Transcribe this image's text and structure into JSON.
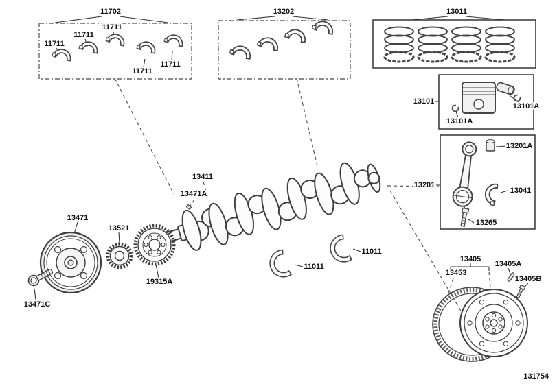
{
  "figure": {
    "code": "131754"
  },
  "callouts": {
    "bearing_set": "11702",
    "bearing": "11711",
    "rod_bearing_set": "13202",
    "ring_set": "13011",
    "piston": "13101",
    "piston_pin_ring": "13101A",
    "rod_bush": "13201A",
    "rod": "13201",
    "rod_bearing": "13041",
    "rod_bolt": "13265",
    "crankshaft": "13411",
    "crank_key": "13471A",
    "pulley": "13471",
    "timing_gear": "13521",
    "sensor_plate": "19315A",
    "pulley_bolt": "13471C",
    "thrust_washer": "11011",
    "flywheel_assembly": "13405",
    "flywheel_pin": "13405A",
    "flywheel_bolt": "13405B",
    "ring_gear": "13453"
  }
}
